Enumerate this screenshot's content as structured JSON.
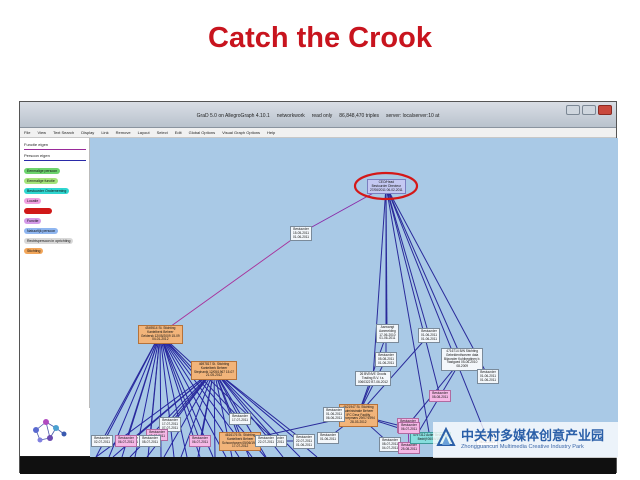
{
  "slide": {
    "title": "Catch the Crook"
  },
  "window": {
    "title_segments": [
      "GraD 5.0 on AllegroGraph 4.10.1",
      "networkwork",
      "read only",
      "86,848,470 triples",
      "server: localserver:10 at"
    ]
  },
  "menu": [
    "File",
    "View",
    "Text Search",
    "Display",
    "Link",
    "Remove",
    "Layout",
    "Select",
    "Edit",
    "Global Options",
    "Visual Graph Options",
    "Help"
  ],
  "legend": {
    "link_types": [
      {
        "label": "Functie eigen",
        "color": "#9a2a9a"
      },
      {
        "label": "Persoon eigen",
        "color": "#2a2aa8"
      }
    ],
    "node_types": [
      {
        "label": "Eenmalige persoon",
        "color": "#6dd36d"
      },
      {
        "label": "Eenmalige functie",
        "color": "#a6e37a"
      },
      {
        "label": "Bestuurder Onderneming",
        "color": "#2fd6d0"
      },
      {
        "label": "Locatie",
        "color": "#f0a0e0"
      },
      {
        "label": "",
        "color": "#d01818"
      },
      {
        "label": "Functie",
        "color": "#d49ae8"
      },
      {
        "label": "Natuurlijk persoon",
        "color": "#8fb6f0"
      },
      {
        "label": "Rechtspersoon in oprichting",
        "color": "#d8d8d8"
      },
      {
        "label": "Stichting",
        "color": "#f2a65a"
      }
    ]
  },
  "graph": {
    "nodes": [
      {
        "id": "hub",
        "style": "lav",
        "lines": [
          "CEO/Head",
          "Bestuurder Directeur",
          "27/06/2011 06-02-2011"
        ]
      },
      {
        "id": "bestuurder_top",
        "style": "white",
        "lines": [
          "Bestuurder",
          "15-05-2011",
          "01-06-2011"
        ]
      },
      {
        "id": "stichting_left",
        "style": "orange",
        "lines": [
          "4549514 St. Stichting",
          "Kantelberk Beheer",
          "Geldersk 12/05/2009 15-09",
          "04-01-2012"
        ]
      },
      {
        "id": "stichting_mid",
        "style": "orange",
        "lines": [
          "4697817 St. Stichting",
          "Kantelberk Beheer",
          "Stephanik 12/05/1967 15-07",
          "21-05-2012"
        ]
      },
      {
        "id": "aanvangen",
        "style": "white",
        "lines": [
          "Aanvangt",
          "Aanmelding",
          "17-06-2010",
          "01-06-2011"
        ]
      },
      {
        "id": "bestuurder_a",
        "style": "white",
        "lines": [
          "Bestuurder",
          "05-08-2011",
          "01-06-2011"
        ]
      },
      {
        "id": "stichting_right",
        "style": "white",
        "lines": [
          "4716714 B/N Stichting",
          "Gebeldenthoeven data",
          "Bijzonder Kuhlbegtinen b.",
          "Vastgoed 05-06-2010",
          "08-2009"
        ]
      },
      {
        "id": "bestuurder_b",
        "style": "white",
        "lines": [
          "Bestuurder",
          "01-06-2011",
          "01-06-2011"
        ]
      },
      {
        "id": "bvinvest",
        "style": "white",
        "lines": [
          "26 BVINVE Groots",
          "Trading B.V. t.s.",
          "0060322 B7-06-2012"
        ]
      },
      {
        "id": "bestuurder_c",
        "style": "white",
        "lines": [
          "Bestuurder",
          "01-06-2011",
          "01-06-2011"
        ]
      },
      {
        "id": "bestuurder_pink",
        "style": "pink",
        "lines": [
          "Bestuurder",
          "08-08-2011"
        ]
      },
      {
        "id": "bestuurder_d",
        "style": "white",
        "lines": [
          "Bestuurder",
          "01-06-2011",
          "06-06-2011"
        ]
      },
      {
        "id": "stichting_center",
        "style": "orange",
        "lines": [
          "4621947 St. Stichting",
          "Administratie Beheer",
          "IFC Deur Facility",
          "Groepmars 29/07/1994",
          "28-03-2012"
        ]
      },
      {
        "id": "bestuurder_e",
        "style": "pink",
        "lines": [
          "Bestuurder",
          "08-08-2011",
          "25-11-2011"
        ]
      },
      {
        "id": "bestuurder_f",
        "style": "white",
        "lines": [
          "Bestuurder",
          "01-06-2011"
        ]
      },
      {
        "id": "bestuurder_g",
        "style": "white",
        "lines": [
          "Bestuurder",
          "08-07-2011",
          "04-07-2011"
        ]
      },
      {
        "id": "bestuurder_h",
        "style": "white",
        "lines": [
          "Bestuurder",
          "01-06-2011",
          "06-06-2011"
        ]
      },
      {
        "id": "stichting_low",
        "style": "orange",
        "lines": [
          "4616176 St. Stichting",
          "Kantelberk Beheer",
          "Schoonhoven 05/06/1982",
          "17-07-2012"
        ]
      },
      {
        "id": "bestuurder_i",
        "style": "white",
        "lines": [
          "Bestuurder",
          "17-07-2011"
        ]
      },
      {
        "id": "bestuurder_j",
        "style": "white",
        "lines": [
          "Bestuurder",
          "17-07-2011",
          "07-07-2011"
        ]
      },
      {
        "id": "bestuurder_k",
        "style": "pink",
        "lines": [
          "Bestuurder",
          "05-07-2011"
        ]
      },
      {
        "id": "bestuurder_l",
        "style": "pink",
        "lines": [
          "Bestuurder",
          "06-07-2011"
        ]
      },
      {
        "id": "bestuurder_m",
        "style": "white",
        "lines": [
          "Bestuurder",
          "06-07-2011"
        ]
      },
      {
        "id": "bestuurder_n",
        "style": "white",
        "lines": [
          "Bestuurder",
          "22-07-2011",
          "01-06-2011"
        ]
      },
      {
        "id": "bestuurder_o",
        "style": "white",
        "lines": [
          "Bestuurder",
          "22-07-2011"
        ]
      },
      {
        "id": "bestuurder_p",
        "style": "white",
        "lines": [
          "Bestuurder",
          "02-07-2011"
        ]
      },
      {
        "id": "bestuurder_q",
        "style": "pink",
        "lines": [
          "Bestuurder",
          "06-07-2011"
        ]
      },
      {
        "id": "bestuurder_r",
        "style": "white",
        "lines": [
          "Bestuurder",
          "08-07-2011"
        ]
      },
      {
        "id": "bestuurder_s",
        "style": "pink",
        "lines": [
          "Bestuurder",
          "25-08-2011"
        ]
      },
      {
        "id": "teal_node",
        "style": "teal",
        "lines": [
          "4797312 Actief Belasting",
          "Bedrijf 06/04/1967"
        ]
      },
      {
        "id": "bestuurder_t",
        "style": "pink",
        "lines": [
          "Bestuurder",
          "06-07-2011"
        ]
      },
      {
        "id": "bestuurder_u",
        "style": "white",
        "lines": [
          "Bestuurder",
          "22-07-2011"
        ]
      }
    ],
    "edges": [
      {
        "from": "hub",
        "to": "bestuurder_top",
        "color": "#8a2aa8"
      },
      {
        "from": "bestuurder_top",
        "to": "stichting_left",
        "color": "#a8309a"
      },
      {
        "from": "hub",
        "to": "aanvangen",
        "color": "#2a2a9a"
      },
      {
        "from": "hub",
        "to": "bestuurder_a",
        "color": "#2a2a9a"
      },
      {
        "from": "hub",
        "to": "stichting_right",
        "color": "#2a2a9a"
      },
      {
        "from": "hub",
        "to": "bestuurder_b",
        "color": "#2a2a9a"
      },
      {
        "from": "hub",
        "to": "bvinvest",
        "color": "#2a2a9a"
      },
      {
        "from": "hub",
        "to": "bestuurder_c",
        "color": "#2a2a9a"
      },
      {
        "from": "hub",
        "to": "bestuurder_pink",
        "color": "#2a2a9a"
      },
      {
        "from": "hub",
        "to": "bestuurder_d",
        "color": "#2a2a9a"
      },
      {
        "from": "hub",
        "to": "teal_node",
        "color": "#2a2a9a"
      },
      {
        "from": "aanvangen",
        "to": "stichting_center",
        "color": "#2a2a9a"
      },
      {
        "from": "bestuurder_a",
        "to": "stichting_center",
        "color": "#2a2a9a"
      },
      {
        "from": "bestuurder_b",
        "to": "stichting_center",
        "color": "#2a2a9a"
      },
      {
        "from": "bvinvest",
        "to": "stichting_center",
        "color": "#2a2a9a"
      },
      {
        "from": "stichting_right",
        "to": "bestuurder_e",
        "color": "#2a2a9a"
      },
      {
        "from": "stichting_right",
        "to": "bestuurder_pink",
        "color": "#2a2a9a"
      },
      {
        "from": "bestuurder_pink",
        "to": "bestuurder_s",
        "color": "#2a2a9a"
      },
      {
        "from": "stichting_center",
        "to": "bestuurder_f",
        "color": "#2a2a9a"
      },
      {
        "from": "stichting_center",
        "to": "bestuurder_g",
        "color": "#2a2a9a"
      },
      {
        "from": "stichting_center",
        "to": "bestuurder_h",
        "color": "#2a2a9a"
      },
      {
        "from": "stichting_center",
        "to": "bestuurder_t",
        "color": "#2a2a9a"
      },
      {
        "from": "stichting_center",
        "to": "stichting_low",
        "color": "#2a2a9a"
      },
      {
        "from": "stichting_center",
        "to": "teal_node",
        "color": "#2a2a9a"
      },
      {
        "from": "stichting_mid",
        "to": "bestuurder_i",
        "color": "#2a2a9a"
      },
      {
        "from": "stichting_mid",
        "to": "bestuurder_j",
        "color": "#2a2a9a"
      },
      {
        "from": "stichting_mid",
        "to": "bestuurder_k",
        "color": "#2a2a9a"
      },
      {
        "from": "stichting_mid",
        "to": "stichting_low",
        "color": "#2a2a9a"
      },
      {
        "from": "stichting_mid",
        "to": "bestuurder_l",
        "color": "#2a2a9a"
      },
      {
        "from": "stichting_mid",
        "to": "bestuurder_m",
        "color": "#2a2a9a"
      },
      {
        "from": "stichting_mid",
        "to": "bestuurder_n",
        "color": "#2a2a9a"
      },
      {
        "from": "stichting_mid",
        "to": "bestuurder_o",
        "color": "#2a2a9a"
      },
      {
        "from": "stichting_left",
        "to": "bestuurder_p",
        "color": "#2a2a9a"
      },
      {
        "from": "stichting_left",
        "to": "bestuurder_q",
        "color": "#2a2a9a"
      },
      {
        "from": "stichting_left",
        "to": "bestuurder_r",
        "color": "#2a2a9a"
      },
      {
        "from": "stichting_left",
        "to": "bestuurder_l",
        "color": "#2a2a9a"
      },
      {
        "from": "stichting_left",
        "to": "bestuurder_i",
        "color": "#2a2a9a"
      },
      {
        "from": "stichting_left",
        "to": "bestuurder_m",
        "color": "#2a2a9a"
      },
      {
        "from": "stichting_low",
        "to": "bestuurder_u",
        "color": "#2a2a9a"
      },
      {
        "from": "stichting_low",
        "to": "bestuurder_n",
        "color": "#2a2a9a"
      },
      {
        "from": "bestuurder_e",
        "to": "bestuurder_s",
        "color": "#8a2aa8"
      }
    ]
  },
  "watermark": {
    "cn": "中关村多媒体创意产业园",
    "en": "Zhongguancun Multimedia Creative Industry Park"
  }
}
